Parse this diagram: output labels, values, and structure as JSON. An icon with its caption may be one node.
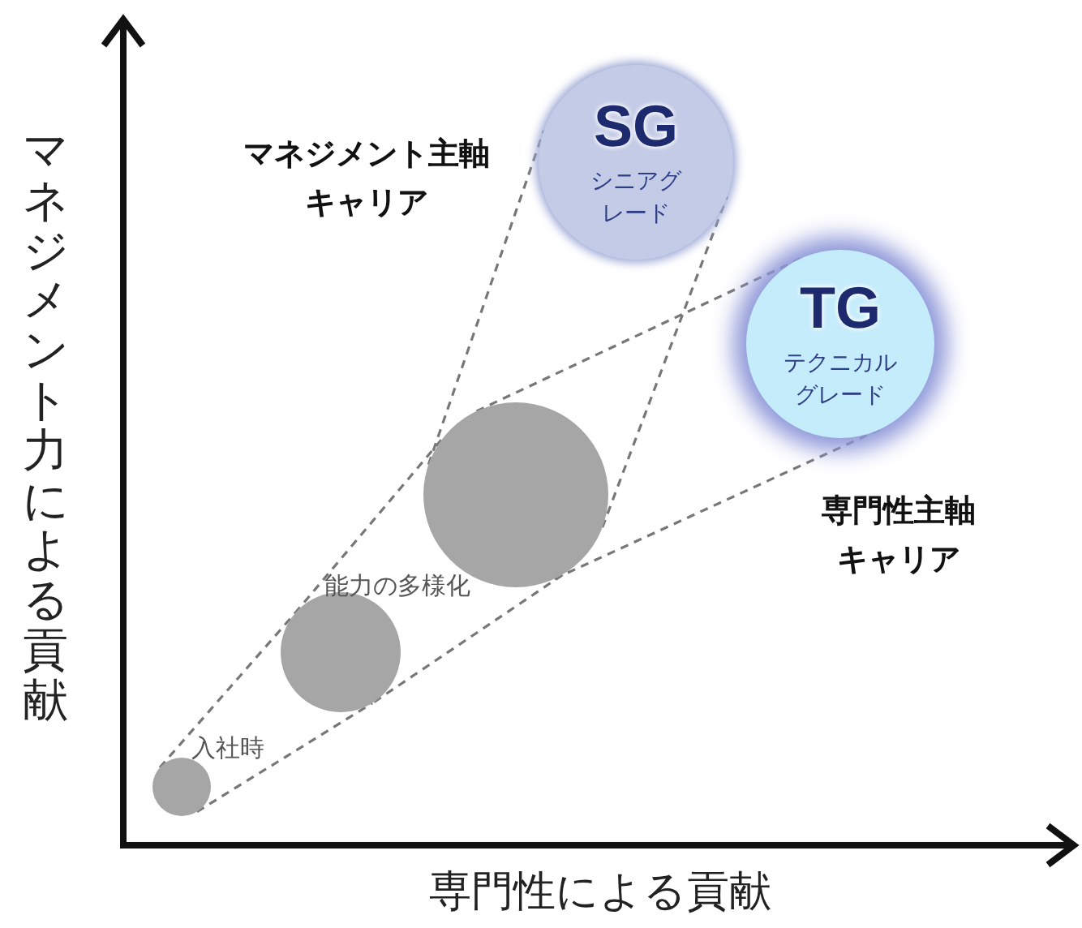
{
  "diagram": {
    "nodes": [
      {
        "text": [],
        "shape": "circle",
        "beside": [
          "入社時"
        ]
      },
      {
        "text": [],
        "shape": "circle"
      },
      {
        "text": [],
        "shape": "circle",
        "beside": [
          "能力の多様化"
        ]
      },
      {
        "text": [
          "SG",
          "シニアグレード"
        ]
      },
      {
        "text": [
          "TG",
          "テクニカルグレード"
        ]
      }
    ],
    "edges": [
      {
        "from": 0,
        "to": 1,
        "arrow": "none",
        "style": "dashed"
      },
      {
        "from": 0,
        "to": 1,
        "arrow": "none",
        "style": "dashed"
      },
      {
        "from": 1,
        "to": 2,
        "arrow": "none",
        "style": "dashed"
      },
      {
        "from": 1,
        "to": 2,
        "arrow": "none",
        "style": "dashed"
      },
      {
        "from": 2,
        "to": 3,
        "arrow": "none",
        "style": "dashed"
      },
      {
        "from": 2,
        "to": 3,
        "arrow": "none",
        "style": "dashed"
      },
      {
        "from": 2,
        "to": 4,
        "arrow": "none",
        "style": "dashed"
      },
      {
        "from": 2,
        "to": 4,
        "arrow": "none",
        "style": "dashed"
      }
    ],
    "labels": [
      "マネジメント主軸キャリア",
      "専門性主軸キャリア",
      "マネジメント力による貢献",
      "専門性による貢献"
    ]
  }
}
